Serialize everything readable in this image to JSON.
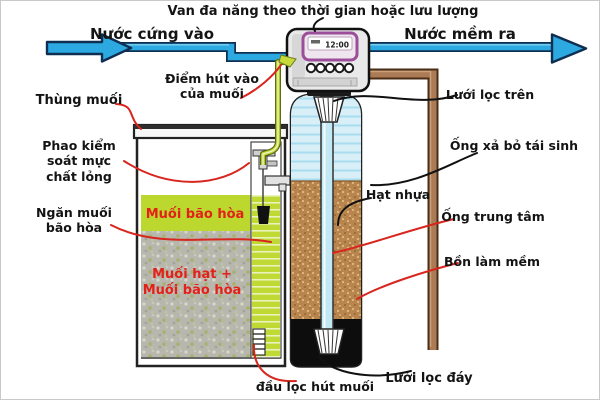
{
  "diagram": {
    "title": "Van đa năng theo thời gian hoặc lưu lượng",
    "inlet_label": "Nước cứng vào",
    "outlet_label": "Nước mềm ra",
    "valve_display_time": "12:00",
    "valve_button_count": 5
  },
  "labels": {
    "suction_point": "Điểm hút vào của muối",
    "salt_tank": "Thùng muối",
    "float_control": "Phao kiểm soát mực chất lỏng",
    "salt_compartment": "Ngăn muối bão hòa",
    "saturated_salt": "Muối bão hòa",
    "granular_salt": "Muối hạt + Muối bão hòa",
    "salt_filter_head": "đầu lọc hút muối",
    "top_mesh": "Lưới lọc trên",
    "resin_beads": "Hạt nhựa",
    "drain_pipe": "Ống xả bỏ tái sinh",
    "center_pipe": "Ống trung tâm",
    "softener_tank": "Bồn làm mềm",
    "bottom_mesh": "Lưới lọc đáy"
  },
  "colors": {
    "pipe_water_blue": "#2da9e1",
    "pipe_outline": "#0e2f52",
    "drain_pipe_brown": "#aa7b54",
    "brine_tube_yellow": "#c6da3a",
    "saturated_salt_green": "#bcd72e",
    "granular_salt_gray": "#b7b7ae",
    "resin_brown": "#b9854e",
    "tank_water_blue": "#d8eff7",
    "annotation_red": "#d8251d",
    "valve_display_border": "#9b4f9b",
    "label_red_text": "#e32119"
  }
}
